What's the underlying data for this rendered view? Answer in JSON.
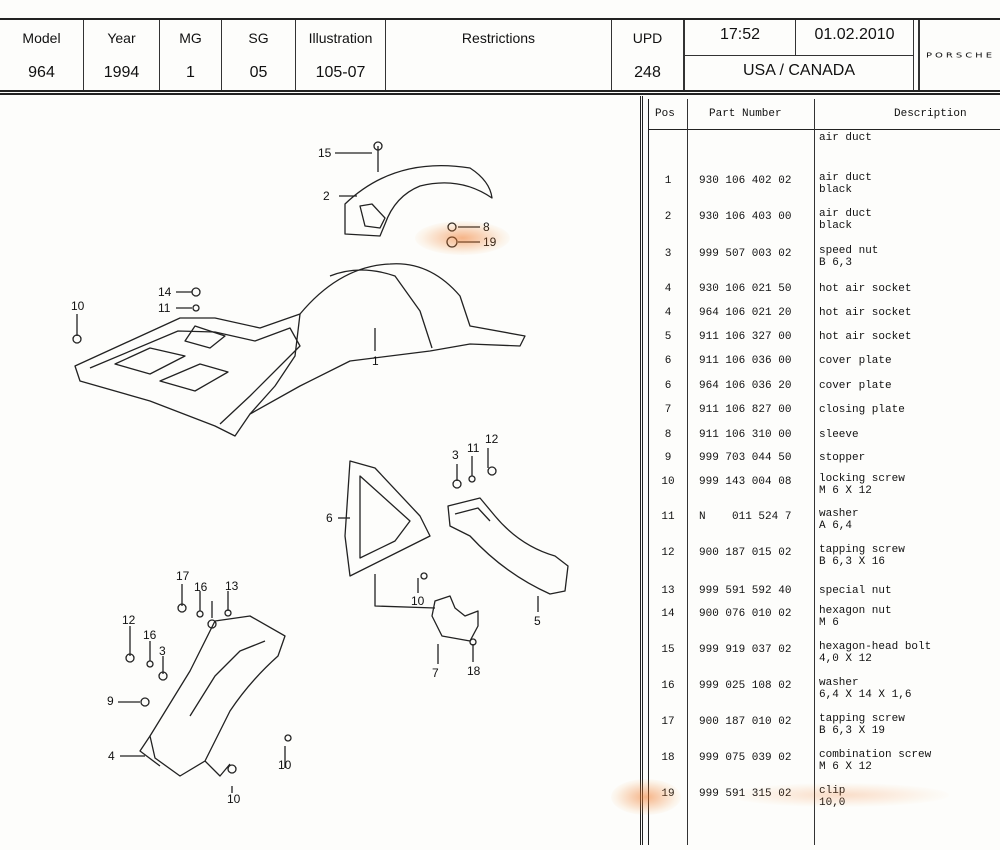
{
  "header": {
    "model_label": "Model",
    "model_value": "964",
    "year_label": "Year",
    "year_value": "1994",
    "mg_label": "MG",
    "mg_value": "1",
    "sg_label": "SG",
    "sg_value": "05",
    "illustration_label": "Illustration",
    "illustration_value": "105-07",
    "restrictions_label": "Restrictions",
    "upd_label": "UPD",
    "upd_value": "248",
    "time": "17:52",
    "date": "01.02.2010",
    "region": "USA / CANADA",
    "brand": "PORSCHE"
  },
  "table": {
    "col_pos": "Pos",
    "col_part": "Part Number",
    "col_desc": "Description",
    "rows": [
      {
        "pos": "",
        "part": "",
        "desc1": "air duct",
        "desc2": ""
      },
      {
        "pos": "1",
        "part": "930 106 402 02",
        "desc1": "air duct",
        "desc2": "black"
      },
      {
        "pos": "2",
        "part": "930 106 403 00",
        "desc1": "air duct",
        "desc2": "black"
      },
      {
        "pos": "3",
        "part": "999 507 003 02",
        "desc1": "speed nut",
        "desc2": "B 6,3"
      },
      {
        "pos": "4",
        "part": "930 106 021 50",
        "desc1": "hot air socket",
        "desc2": ""
      },
      {
        "pos": "4",
        "part": "964 106 021 20",
        "desc1": "hot air socket",
        "desc2": ""
      },
      {
        "pos": "5",
        "part": "911 106 327 00",
        "desc1": "hot air socket",
        "desc2": ""
      },
      {
        "pos": "6",
        "part": "911 106 036 00",
        "desc1": "cover plate",
        "desc2": ""
      },
      {
        "pos": "6",
        "part": "964 106 036 20",
        "desc1": "cover plate",
        "desc2": ""
      },
      {
        "pos": "7",
        "part": "911 106 827 00",
        "desc1": "closing plate",
        "desc2": ""
      },
      {
        "pos": "8",
        "part": "911 106 310 00",
        "desc1": "sleeve",
        "desc2": ""
      },
      {
        "pos": "9",
        "part": "999 703 044 50",
        "desc1": "stopper",
        "desc2": ""
      },
      {
        "pos": "10",
        "part": "999 143 004 08",
        "desc1": "locking screw",
        "desc2": "M 6 X 12"
      },
      {
        "pos": "11",
        "part": "N    011 524 7",
        "desc1": "washer",
        "desc2": "A 6,4"
      },
      {
        "pos": "12",
        "part": "900 187 015 02",
        "desc1": "tapping screw",
        "desc2": "B 6,3 X 16"
      },
      {
        "pos": "13",
        "part": "999 591 592 40",
        "desc1": "special nut",
        "desc2": ""
      },
      {
        "pos": "14",
        "part": "900 076 010 02",
        "desc1": "hexagon nut",
        "desc2": "M 6"
      },
      {
        "pos": "15",
        "part": "999 919 037 02",
        "desc1": "hexagon-head bolt",
        "desc2": "4,0 X 12"
      },
      {
        "pos": "16",
        "part": "999 025 108 02",
        "desc1": "washer",
        "desc2": "6,4 X 14 X 1,6"
      },
      {
        "pos": "17",
        "part": "900 187 010 02",
        "desc1": "tapping screw",
        "desc2": "B 6,3 X 19"
      },
      {
        "pos": "18",
        "part": "999 075 039 02",
        "desc1": "combination screw",
        "desc2": "M 6 X 12"
      },
      {
        "pos": "19",
        "part": "999 591 315 02",
        "desc1": "clip",
        "desc2": "10,0"
      }
    ]
  },
  "diagram": {
    "callouts": [
      "15",
      "2",
      "8",
      "19",
      "14",
      "11",
      "10",
      "1",
      "3",
      "11",
      "12",
      "6",
      "10",
      "5",
      "7",
      "18",
      "17",
      "16",
      "13",
      "12",
      "16",
      "3",
      "9",
      "4",
      "10",
      "10"
    ],
    "colors": {
      "smudge": "#f07828",
      "line": "#222222"
    }
  }
}
